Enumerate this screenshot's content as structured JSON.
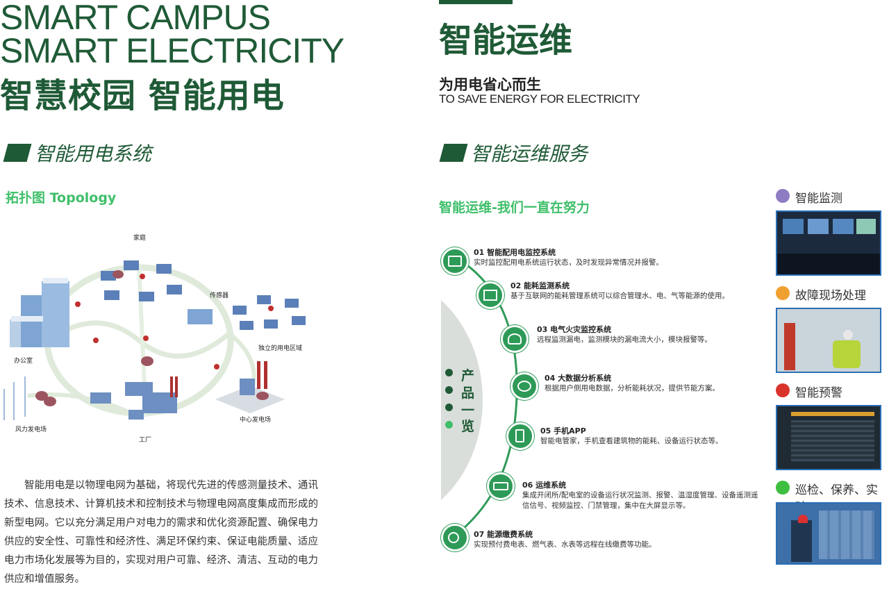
{
  "left": {
    "en_line1": "SMART CAMPUS",
    "en_line2": "SMART ELECTRICITY",
    "cn_title": "智慧校园 智能用电",
    "section_title": "智能用电系统",
    "sub_title": "拓扑图 Topology",
    "topology_labels": {
      "home": "家庭",
      "sensor": "传感器",
      "office": "办公室",
      "independent": "独立的用电区域",
      "wind": "风力发电场",
      "factory": "工厂",
      "center": "中心发电场"
    },
    "paragraph": "智能用电是以物理电网为基础，将现代先进的传感测量技术、通讯技术、信息技术、计算机技术和控制技术与物理电网高度集成而形成的新型电网。它以充分满足用户对电力的需求和优化资源配置、确保电力供应的安全性、可靠性和经济性、满足环保约束、保证电能质量、适应电力市场化发展等为目的，实现对用户可靠、经济、清洁、互动的电力供应和增值服务。"
  },
  "right": {
    "title": "智能运维",
    "subtitle_cn": "为用电省心而生",
    "subtitle_en": "TO SAVE ENERGY FOR ELECTRICITY",
    "section_title": "智能运维服务",
    "effort_title": "智能运维-我们一直在努力",
    "vertical_label": [
      "产",
      "品",
      "一",
      "览"
    ],
    "items": [
      {
        "title": "01 智能配用电监控系统",
        "desc": "实时监控配用电系统运行状态，及时发现异常情况并报警。"
      },
      {
        "title": "02 能耗监测系统",
        "desc": "基于互联网的能耗管理系统可以综合管理水、电、气等能源的使用。"
      },
      {
        "title": "03 电气火灾监控系统",
        "desc": "远程监测漏电，监测模块的漏电流大小，模块报警等。"
      },
      {
        "title": "04 大数据分析系统",
        "desc": "根据用户侧用电数据，分析能耗状况，提供节能方案。"
      },
      {
        "title": "05 手机APP",
        "desc": "智能电管家，手机查看建筑物的能耗、设备运行状态等。"
      },
      {
        "title": "06 运维系统",
        "desc": "集成开闭所/配电室的设备运行状况监测、报警、温湿度管理、设备遥测遥信信号、视频监控、门禁管理，集中在大屏显示等。"
      },
      {
        "title": "07 能源缴费系统",
        "desc": "实现预付费电表、燃气表、水表等远程在线缴费等功能。"
      }
    ],
    "features": [
      {
        "label": "智能监测",
        "badge_color": "#8e7cc3"
      },
      {
        "label": "故障现场处理",
        "badge_color": "#f0a030"
      },
      {
        "label": "智能预警",
        "badge_color": "#d9342b"
      },
      {
        "label": "巡检、保养、实验",
        "badge_color": "#3fbf3f"
      }
    ]
  }
}
